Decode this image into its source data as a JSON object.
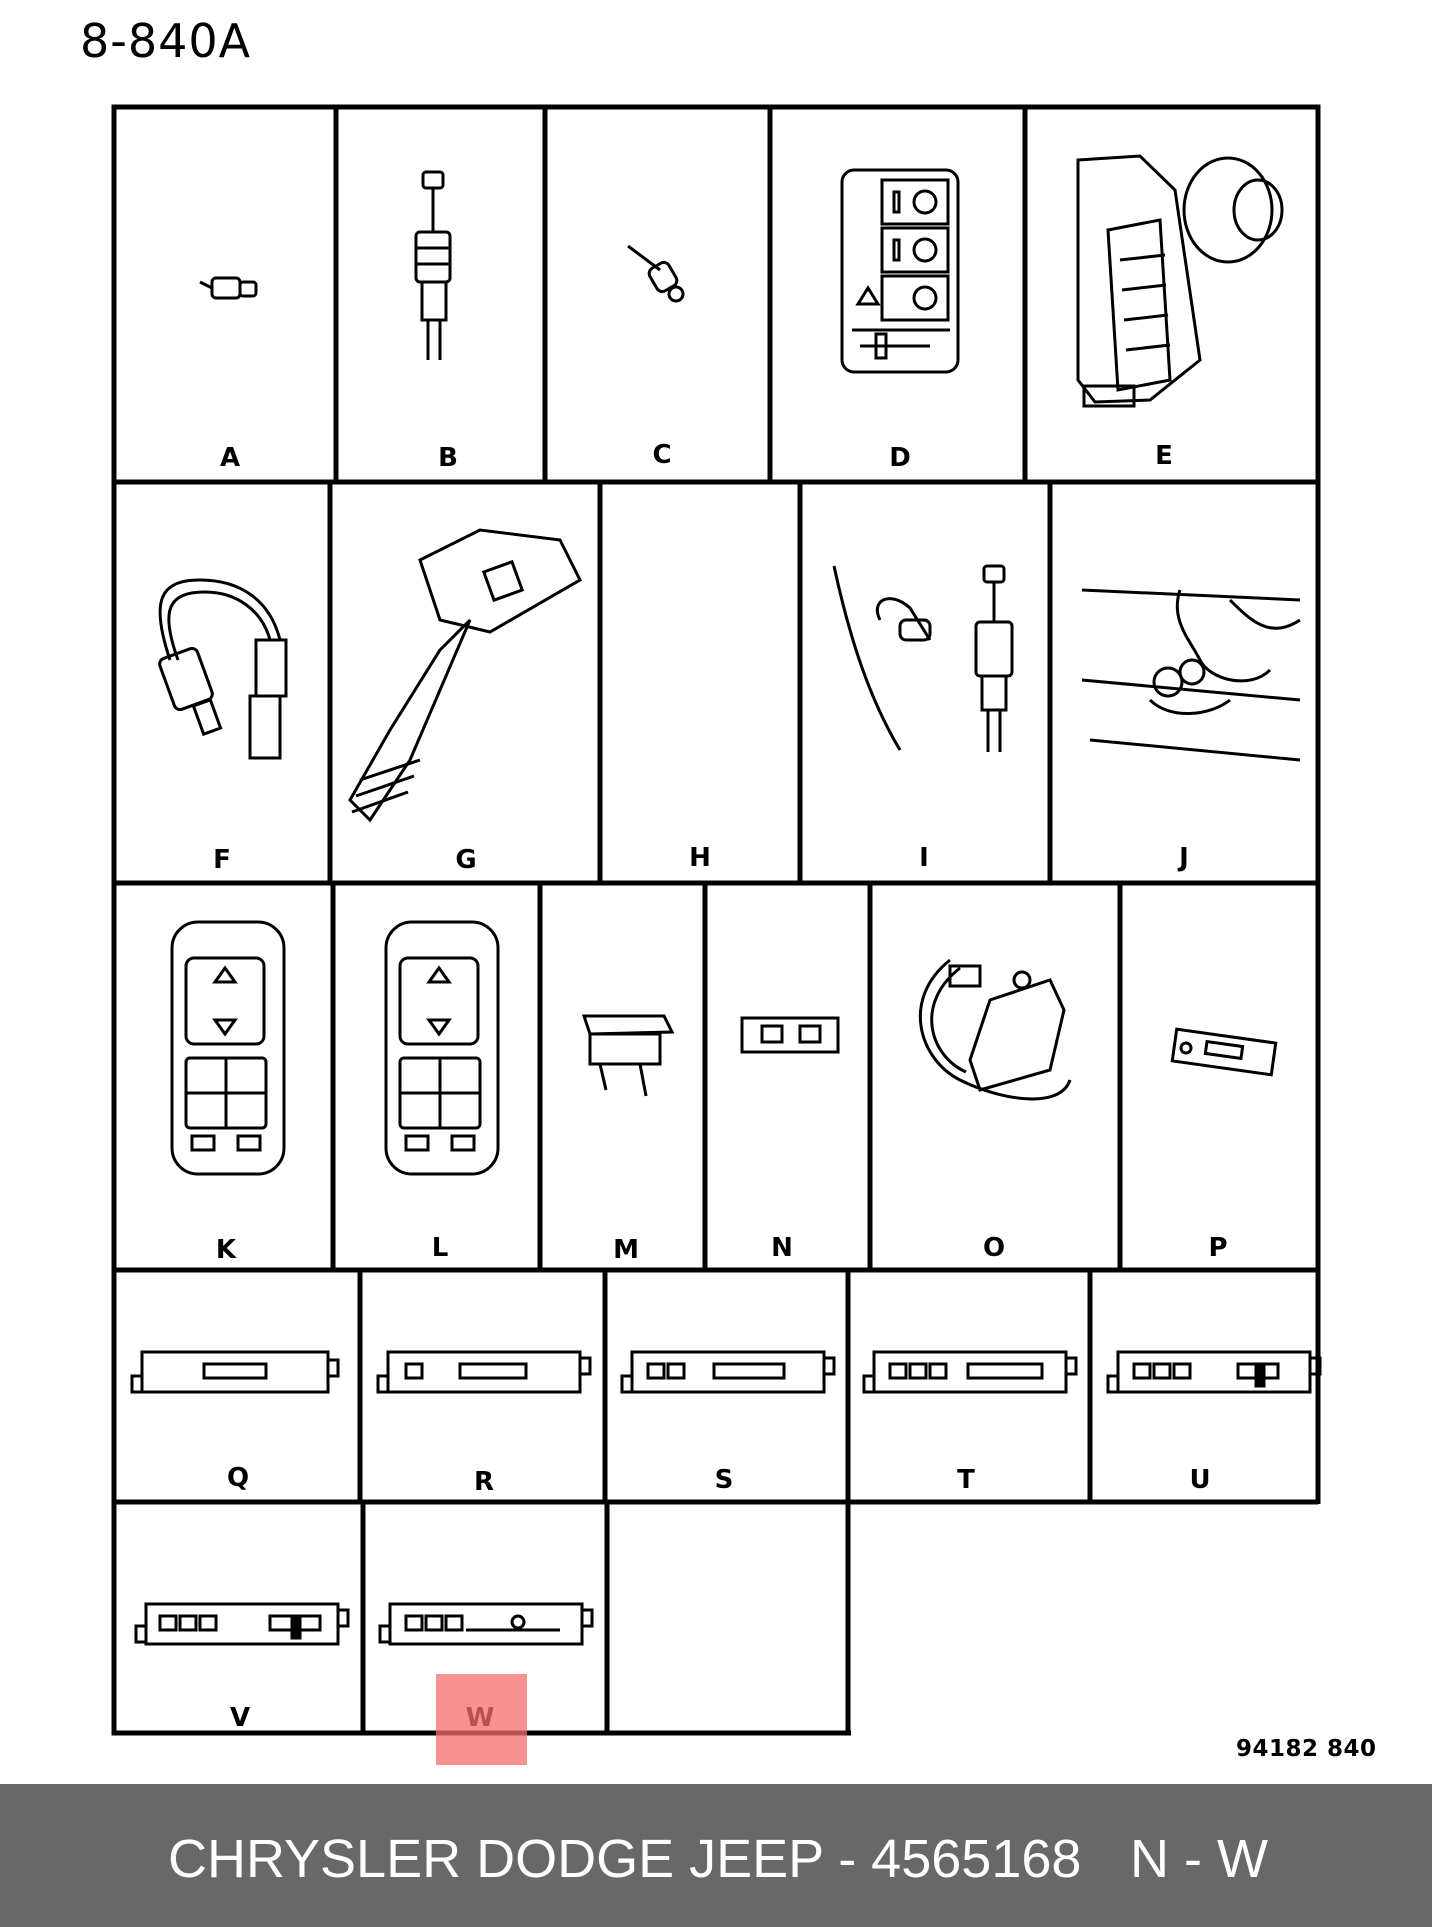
{
  "page_code": "8-840A",
  "cells": [
    {
      "id": "A",
      "label": "A"
    },
    {
      "id": "B",
      "label": "B"
    },
    {
      "id": "C",
      "label": "C"
    },
    {
      "id": "D",
      "label": "D"
    },
    {
      "id": "E",
      "label": "E"
    },
    {
      "id": "F",
      "label": "F"
    },
    {
      "id": "G",
      "label": "G"
    },
    {
      "id": "H",
      "label": "H"
    },
    {
      "id": "I",
      "label": "I"
    },
    {
      "id": "J",
      "label": "J"
    },
    {
      "id": "K",
      "label": "K"
    },
    {
      "id": "L",
      "label": "L"
    },
    {
      "id": "M",
      "label": "M"
    },
    {
      "id": "N",
      "label": "N"
    },
    {
      "id": "O",
      "label": "O"
    },
    {
      "id": "P",
      "label": "P"
    },
    {
      "id": "Q",
      "label": "Q"
    },
    {
      "id": "R",
      "label": "R"
    },
    {
      "id": "S",
      "label": "S"
    },
    {
      "id": "T",
      "label": "T"
    },
    {
      "id": "U",
      "label": "U"
    },
    {
      "id": "V",
      "label": "V"
    },
    {
      "id": "W",
      "label": "W"
    }
  ],
  "ref_code": "94182  840",
  "highlighted_cell": "W",
  "highlight_color": "#f56e6e",
  "footer": {
    "brand_part": "CHRYSLER DODGE JEEP - 4565168",
    "range": "N - W"
  }
}
